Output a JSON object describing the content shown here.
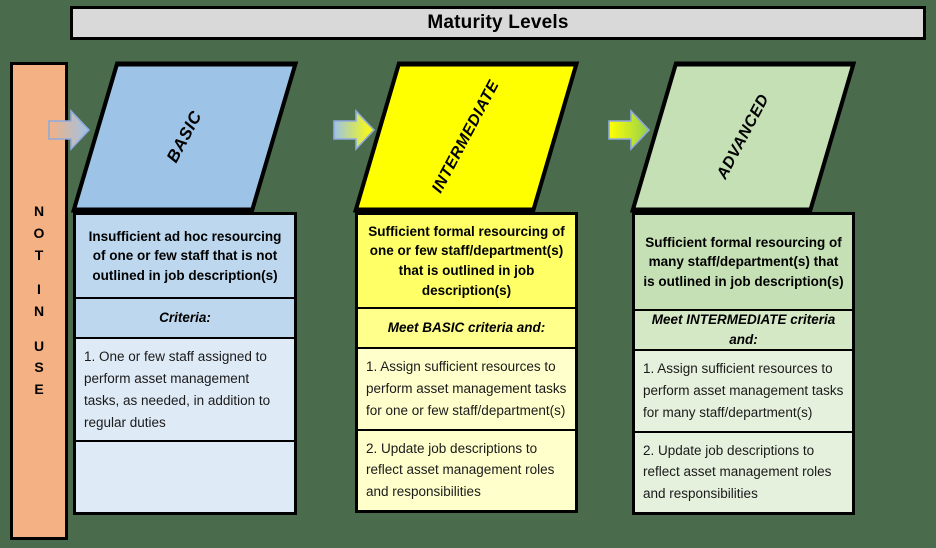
{
  "title": {
    "text": "Maturity Levels"
  },
  "colors": {
    "background": "#4a6b4c",
    "banner": "#d9d9d9",
    "not_in_use": "#f4b183",
    "basic_plate": "#9dc3e6",
    "basic_head": "#bdd7ee",
    "basic_body": "#deeaf6",
    "intermediate_plate": "#ffff00",
    "intermediate_head": "#ffff66",
    "intermediate_body": "#ffffcc",
    "advanced_plate": "#c5e0b4",
    "advanced_head": "#c5e0b4",
    "advanced_body": "#e5f0dd"
  },
  "not_in_use": {
    "label": "NOT IN USE",
    "letters": [
      "N",
      "O",
      "T",
      "",
      "I",
      "N",
      "",
      "U",
      "S",
      "E"
    ]
  },
  "arrows": [
    {
      "name": "arrow-not-in-use-to-basic",
      "from_color": "#f4b183",
      "to_color": "#9dc3e6"
    },
    {
      "name": "arrow-basic-to-intermediate",
      "from_color": "#9dc3e6",
      "to_color": "#ffff00"
    },
    {
      "name": "arrow-intermediate-to-advanced",
      "from_color": "#ffff00",
      "to_color": "#92d050"
    }
  ],
  "columns": [
    {
      "id": "basic",
      "plate_label": "BASIC",
      "header": "Insufficient ad hoc resourcing of one or few staff that is not outlined in job description(s)",
      "criteria_label": "Criteria:",
      "items": [
        "1. One or few staff assigned to perform asset management tasks, as needed, in addition to regular duties",
        ""
      ]
    },
    {
      "id": "intermediate",
      "plate_label": "INTERMEDIATE",
      "header": "Sufficient formal resourcing of one or few staff/department(s) that is outlined in job description(s)",
      "criteria_label": "Meet BASIC criteria and:",
      "items": [
        "1. Assign sufficient resources to perform asset management tasks for one or few staff/department(s)",
        "2. Update job descriptions to reflect asset management roles and responsibilities"
      ]
    },
    {
      "id": "advanced",
      "plate_label": "ADVANCED",
      "header": "Sufficient formal resourcing of many staff/department(s) that is outlined in job description(s)",
      "criteria_label": "Meet INTERMEDIATE criteria and:",
      "items": [
        "1. Assign sufficient resources to perform asset management tasks for many staff/department(s)",
        "2. Update job descriptions to reflect asset management roles and responsibilities"
      ]
    }
  ]
}
